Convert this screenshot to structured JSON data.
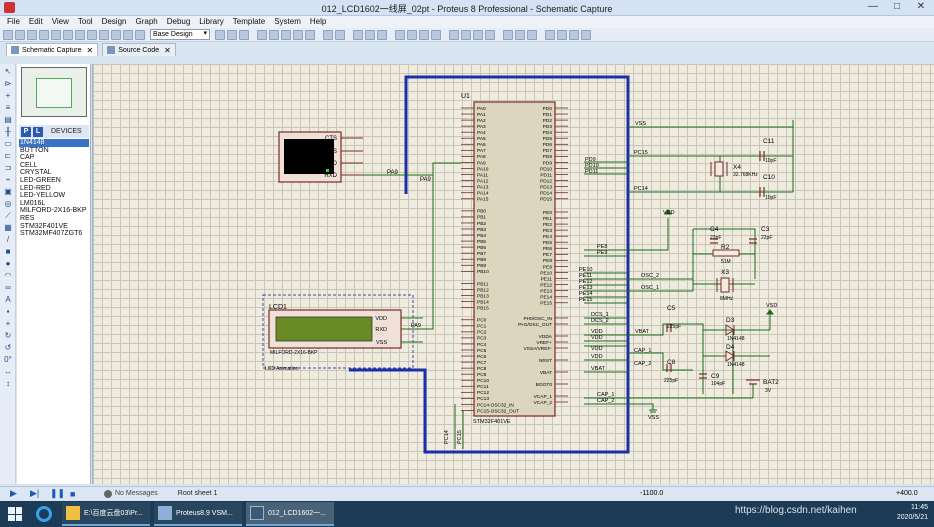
{
  "window": {
    "title": "012_LCD1602一线屏_02pt - Proteus 8 Professional - Schematic Capture",
    "controls": [
      "—",
      "□",
      "✕"
    ]
  },
  "menu": [
    "File",
    "Edit",
    "View",
    "Tool",
    "Design",
    "Graph",
    "Debug",
    "Library",
    "Template",
    "System",
    "Help"
  ],
  "toolbar": {
    "design_select": "Base Design"
  },
  "tabs": [
    {
      "label": "Schematic Capture",
      "active": true
    },
    {
      "label": "Source Code",
      "active": false
    }
  ],
  "device_panel": {
    "mode_p": "P",
    "mode_l": "L",
    "title": "DEVICES",
    "items": [
      "1N4148",
      "BUTTON",
      "CAP",
      "CELL",
      "CRYSTAL",
      "LED-GREEN",
      "LED-RED",
      "LED-YELLOW",
      "LM016L",
      "MILFORD-2X16-BKP",
      "RES",
      "STM32F401VE",
      "STM32MF407ZGT6"
    ],
    "selected": "1N4148"
  },
  "left_tools": {
    "rotation": "0°"
  },
  "schematic": {
    "u1_ref": "U1",
    "u1_part": "STM32F401VE",
    "u1_left_pins": [
      "PA0",
      "PA1",
      "PA2",
      "PA3",
      "PA4",
      "PA5",
      "PA6",
      "PA7",
      "PA8",
      "PA9",
      "PA10",
      "PA11",
      "PA12",
      "PA13",
      "PA14",
      "PA15",
      "",
      "PB0",
      "PB1",
      "PB2",
      "PB3",
      "PB4",
      "PB5",
      "PB6",
      "PB7",
      "PB8",
      "PB9",
      "PB10",
      "",
      "PB11",
      "PB12",
      "PB13",
      "PB14",
      "PB15",
      "",
      "PC0",
      "PC1",
      "PC2",
      "PC3",
      "PC4",
      "PC5",
      "PC6",
      "PC7",
      "PC8",
      "PC9",
      "PC10",
      "PC11",
      "PC12",
      "PC13",
      "PC14-OSC32_IN",
      "PC15-OSC32_OUT"
    ],
    "u1_right_pins_top": [
      "PD0",
      "PD1",
      "PD2",
      "PD3",
      "PD4",
      "PD5",
      "PD6",
      "PD7",
      "PD8",
      "PD9",
      "PD10",
      "PD11",
      "PD12",
      "PD13",
      "PD14",
      "PD15"
    ],
    "u1_right_pins_mid": [
      "PE0",
      "PE1",
      "PE2",
      "PE3",
      "PE4",
      "PE5",
      "PE6",
      "PE7",
      "PE8",
      "PE9",
      "PE10",
      "PE11",
      "PE12",
      "PE13",
      "PE14",
      "PE15"
    ],
    "u1_right_pins_bot": [
      "PH0/OSC_IN",
      "PH1/OSC_OUT",
      "",
      "VDDA",
      "VREF+",
      "VSSA/VREF-",
      "",
      "NRST",
      "",
      "VBAT",
      "",
      "BOOT0",
      "",
      "VCAP_1",
      "VCAP_2"
    ],
    "terminal_pins": [
      "CTS",
      "RTS",
      "TXD",
      "RXD"
    ],
    "lcd_ref": "LCD1",
    "lcd_part": "MILFORD-2X16-BKP",
    "lcd_anim": "LCD Animation",
    "lcd_pins": [
      "VDD",
      "RXD",
      "VSS"
    ],
    "nets": {
      "pa9_a": "PA9",
      "pa9_b": "PA9",
      "pa9_c": "PA9",
      "vss": "VSS",
      "pc15": "PC15",
      "pc14": "PC14",
      "pd9": "PD9",
      "pd10": "PD10",
      "pd11": "PD11",
      "pe8": "PE8",
      "pe9": "PE9",
      "pe10": "PE10",
      "pe11": "PE11",
      "pe12": "PE12",
      "pe13": "PE13",
      "pe14": "PE14",
      "pe15": "PE15",
      "osc2": "OSC_2",
      "osc1": "OSC_1",
      "dcs1": "DCS_1",
      "dcs2": "DCS_2",
      "vdd1": "VDD",
      "vdd2": "VDD",
      "vdd3": "VDD",
      "vdd4": "VDD",
      "vdd_term": "VDD",
      "vbat1": "VBAT",
      "vbat2": "VBAT",
      "cap1": "CAP_1",
      "cap2": "CAP_2",
      "cap1b": "CAP_1",
      "cap2b": "CAP_2",
      "vss_gnd": "VSS",
      "vsd": "VSD"
    },
    "components": {
      "c11": "C11",
      "c11v": "10pF",
      "c10": "C10",
      "c10v": "10pF",
      "x4": "X4",
      "x4v": "32.768KHz",
      "c4": "C4",
      "c4v": "22pF",
      "c3": "C3",
      "c3v": "22pF",
      "r2": "R2",
      "r2v": "51M",
      "x3": "X3",
      "x3v": "8MHz",
      "c5": "C5",
      "c5v": "225pF",
      "c8": "C8",
      "c8v": "225pF",
      "c9": "C9",
      "c9v": "104pF",
      "d3": "D3",
      "d3v": "1N4148",
      "d4": "D4",
      "d4v": "1N4148",
      "bat2": "BAT2",
      "bat2v": "3V"
    }
  },
  "status": {
    "messages": "No Messages",
    "sheet": "Root sheet 1",
    "coord_x": "-1100.0",
    "coord_y": "+400.0"
  },
  "taskbar": {
    "items": [
      "E:\\百度云盘03\\Pr...",
      "Proteus8.9 VSM...",
      "012_LCD1602一..."
    ],
    "time": "11:45",
    "date": "2020/5/21"
  },
  "watermark": "https://blog.csdn.net/kaihen"
}
